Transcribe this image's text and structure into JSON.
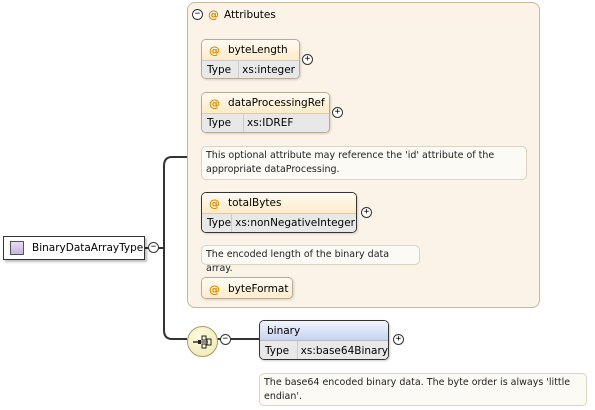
{
  "root": {
    "name": "BinaryDataArrayType"
  },
  "attributes_group": {
    "title": "Attributes"
  },
  "attributes": [
    {
      "name": "byteLength",
      "type_label": "Type",
      "type": "xs:integer"
    },
    {
      "name": "dataProcessingRef",
      "type_label": "Type",
      "type": "xs:IDREF",
      "doc": "This optional attribute may reference the 'id' attribute of the appropriate dataProcessing."
    },
    {
      "name": "totalBytes",
      "type_label": "Type",
      "type": "xs:nonNegativeInteger",
      "doc": "The encoded length of the binary data array."
    },
    {
      "name": "byteFormat"
    }
  ],
  "element": {
    "name": "binary",
    "type_label": "Type",
    "type": "xs:base64Binary",
    "doc": "The base64 encoded binary data. The byte order is always 'little endian'."
  },
  "symbols": {
    "at": "@",
    "minus": "−",
    "plus": "+"
  },
  "icons": {
    "type": "complex-type-icon",
    "sequence": "sequence-compositor-icon"
  },
  "colors": {
    "attribute_header": "#fdebc8",
    "element_header": "#c6d3f0",
    "group_bg": "#fbf3e7"
  }
}
